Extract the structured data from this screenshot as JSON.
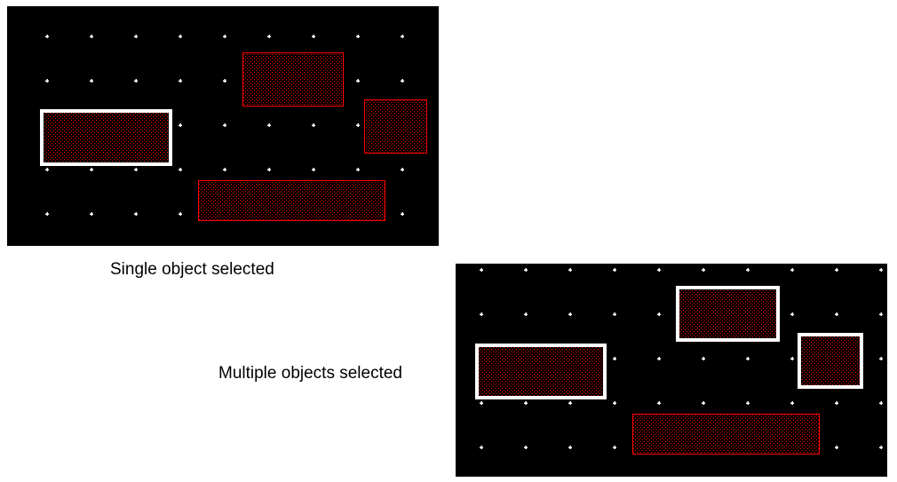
{
  "colors": {
    "canvas_background": "#000000",
    "grid_dot": "#ffffff",
    "object_outline": "#ff0000",
    "object_hatch": "#ff0000",
    "object_fill": "#000000",
    "selection_outline": "#ffffff",
    "page_background": "#ffffff"
  },
  "panels": [
    {
      "id": "single",
      "caption": "Single object selected",
      "objects_selected": 1,
      "objects_total": 4
    },
    {
      "id": "multi",
      "caption": "Multiple objects selected",
      "objects_selected": 3,
      "objects_total": 4
    }
  ]
}
